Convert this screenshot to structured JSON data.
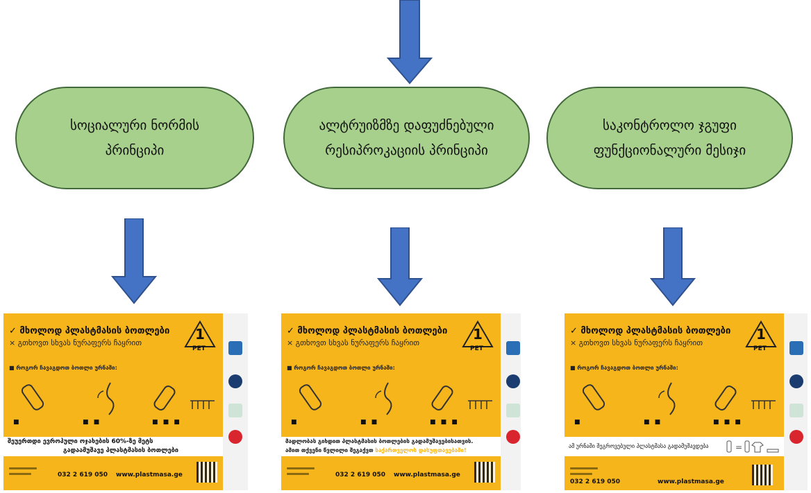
{
  "diagram": {
    "nodes": [
      {
        "id": "social-norm",
        "text": "სოციალური ნორმის\nპრინციპი"
      },
      {
        "id": "altruism",
        "text": "ალტრუიზმზე  დაფუძნებული\nრესიპროკაციის პრინციპი"
      },
      {
        "id": "control",
        "text": "საკონტროლო ჯგუფი\nფუნქციონალური მესიჯი"
      }
    ]
  },
  "posters": [
    {
      "title": "✓ მხოლოდ პლასტმასის ბოთლები",
      "subtitle": "× გთხოვთ სხვას ნურაფერს ჩაყრით",
      "how": "■ როგორ ჩავაგდოთ ბოთლი ურნაში:",
      "pet_number": "1",
      "pet_label": "PET",
      "step_markers": [
        "■",
        "■ ■",
        "■ ■ ■"
      ],
      "band_line1": "შეუერთდი ევროპული ოჯახების 60%-ზე მეტს",
      "band_line2": "გადაამუშავე პლასტმასის ბოთლები",
      "phone": "032 2 619 050",
      "website": "www.plastmasa.ge"
    },
    {
      "title": "✓ მხოლოდ პლასტმასის ბოთლები",
      "subtitle": "× გთხოვთ სხვას ნურაფერს ჩაყრით",
      "how": "■ როგორ ჩავაგდოთ ბოთლი ურნაში:",
      "pet_number": "1",
      "pet_label": "PET",
      "step_markers": [
        "■",
        "■ ■",
        "■ ■ ■"
      ],
      "band_line1": "მადლობას გიხდით პლასტმასის ბოთლების გადამუშავებისათვის.",
      "band_line2": "ამით თქვენი წვლილი შეგაქვთ",
      "band_highlight": "საქართველოს დასუფთავებაში!",
      "phone": "032 2 619 050",
      "website": "www.plastmasa.ge"
    },
    {
      "title": "✓ მხოლოდ პლასტმასის ბოთლები",
      "subtitle": "× გთხოვთ სხვას ნურაფერს ჩაყრით",
      "how": "■ როგორ ჩავაგდოთ ბოთლი ურნაში:",
      "pet_number": "1",
      "pet_label": "PET",
      "step_markers": [
        "■",
        "■ ■",
        "■ ■ ■"
      ],
      "band_line1": "ამ ურნაში შეგროვებული პლასტმასა გადამუშავდება",
      "band_line2": "",
      "phone": "032 2 619 050",
      "website": "www.plastmasa.ge"
    }
  ],
  "colors": {
    "node_fill": "#a8d08d",
    "node_border": "#42693a",
    "arrow": "#4472c4",
    "poster_yellow": "#f7b51c"
  }
}
